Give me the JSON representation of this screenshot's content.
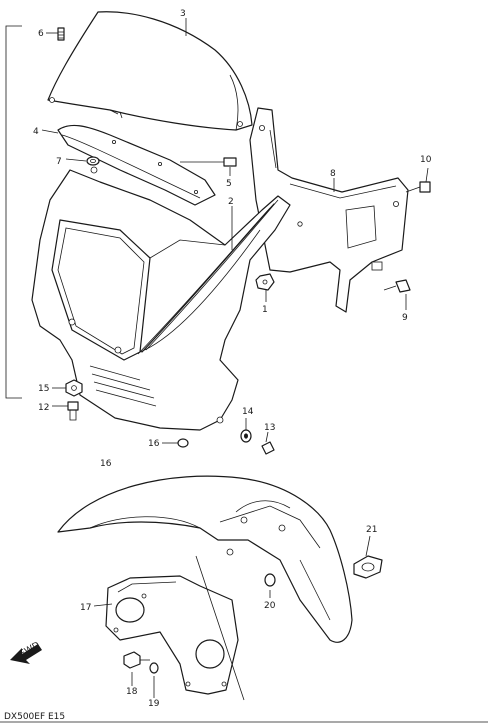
{
  "diagram": {
    "callouts": [
      {
        "id": "c3",
        "text": "3"
      },
      {
        "id": "c6",
        "text": "6"
      },
      {
        "id": "c4",
        "text": "4"
      },
      {
        "id": "c7",
        "text": "7"
      },
      {
        "id": "c5",
        "text": "5"
      },
      {
        "id": "c2",
        "text": "2"
      },
      {
        "id": "c8",
        "text": "8"
      },
      {
        "id": "c10",
        "text": "10"
      },
      {
        "id": "c1",
        "text": "1"
      },
      {
        "id": "c9",
        "text": "9"
      },
      {
        "id": "c15",
        "text": "15"
      },
      {
        "id": "c12",
        "text": "12"
      },
      {
        "id": "c14",
        "text": "14"
      },
      {
        "id": "c13",
        "text": "13"
      },
      {
        "id": "c16a",
        "text": "16"
      },
      {
        "id": "c16b",
        "text": "16"
      },
      {
        "id": "c21",
        "text": "21"
      },
      {
        "id": "c20",
        "text": "20"
      },
      {
        "id": "c17",
        "text": "17"
      },
      {
        "id": "c18",
        "text": "18"
      },
      {
        "id": "c19",
        "text": "19"
      }
    ],
    "arrow_label": "FWD",
    "footer_code": "DX500EF E15"
  }
}
